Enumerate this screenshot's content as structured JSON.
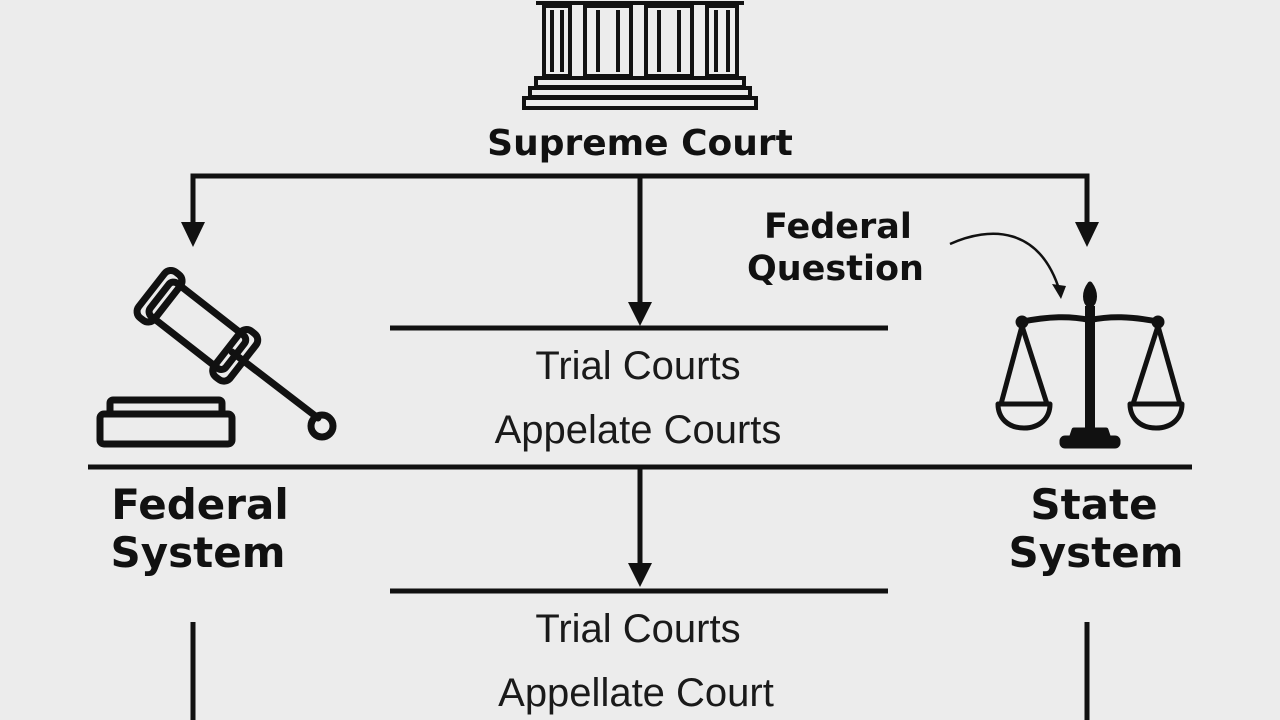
{
  "top": {
    "title": "Supreme Court"
  },
  "annotation": {
    "line1": "Federal",
    "line2": "Question"
  },
  "middle_tier": {
    "line1": "Trial Courts",
    "line2": "Appelate Courts"
  },
  "lower_tier": {
    "line1": "Trial Courts",
    "line2": "Appellate Court"
  },
  "left": {
    "line1": "Federal",
    "line2": "System",
    "icon": "gavel-icon"
  },
  "right": {
    "line1": "State",
    "line2": "System",
    "icon": "scales-icon"
  },
  "top_icon": "courthouse-icon",
  "colors": {
    "background": "#ececec",
    "ink": "#111111"
  }
}
